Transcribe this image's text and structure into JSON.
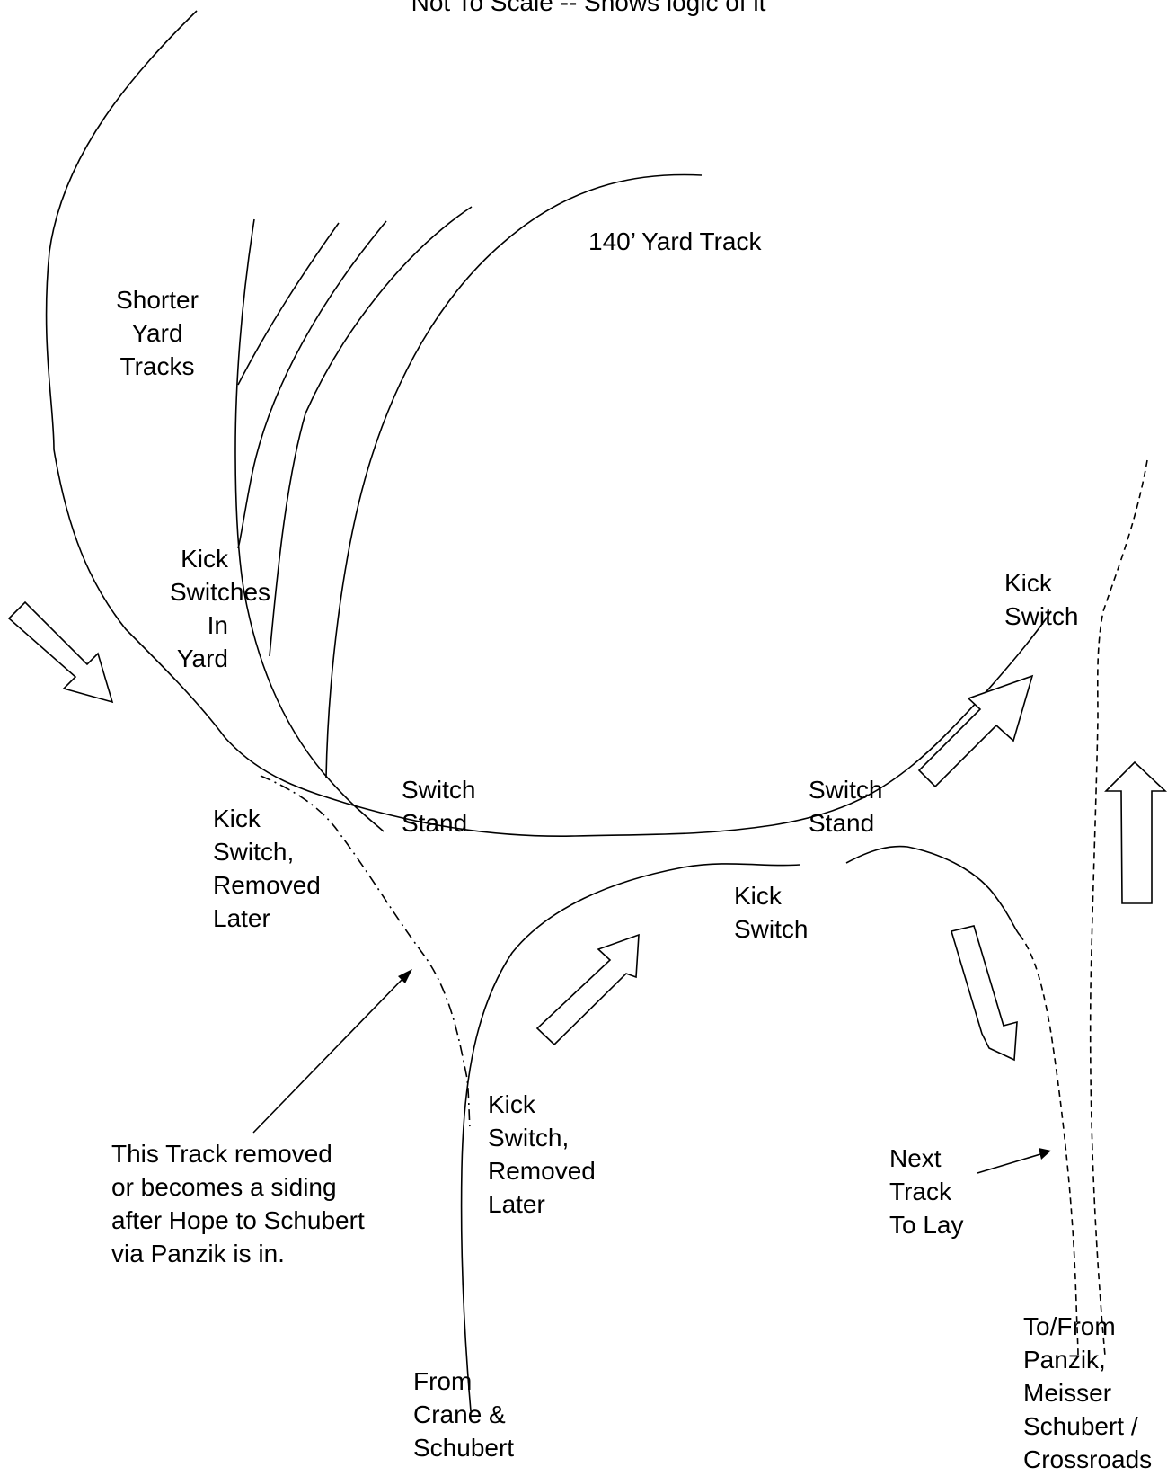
{
  "header": "Not To Scale -- Shows logic of it",
  "labels": {
    "yard_track_140": "140’ Yard Track",
    "shorter_yard_tracks": "Shorter\nYard\nTracks",
    "kick_switches_in_yard": "Kick\nSwitches\nIn Yard",
    "kick_switch_top_right": "Kick\nSwitch",
    "switch_stand_left": "Switch\nStand",
    "switch_stand_right": "Switch\nStand",
    "kick_switch_removed_left": "Kick\nSwitch,\nRemoved\nLater",
    "kick_switch_middle": "Kick\nSwitch",
    "kick_switch_removed_bottom": "Kick\nSwitch,\nRemoved\nLater",
    "track_removed_note": "This Track removed\nor becomes a siding\nafter Hope to Schubert\nvia Panzik is in.",
    "next_track": "Next\nTrack\nTo Lay",
    "from_crane": "From\nCrane &\nSchubert",
    "to_from_panzik": "To/From\nPanzik,\nMeisser\nSchubert /\nCrossroads"
  }
}
